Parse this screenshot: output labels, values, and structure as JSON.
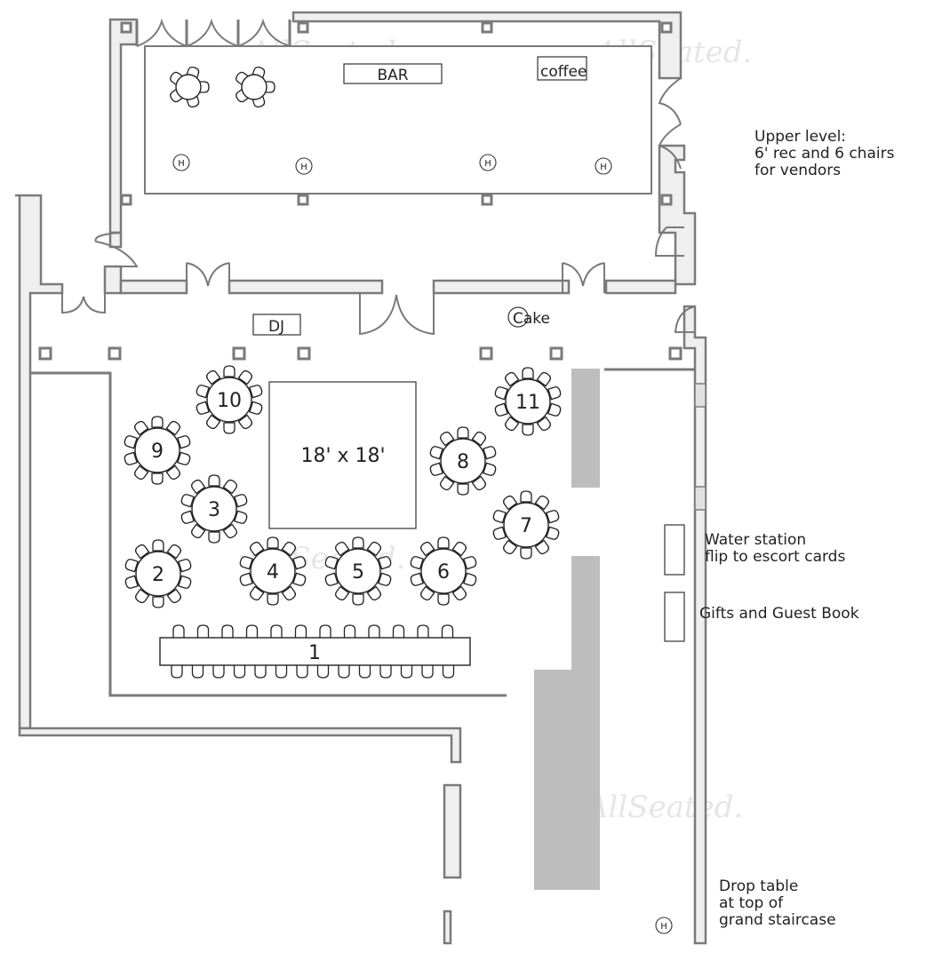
{
  "title": "Event floor plan",
  "watermark": "AllSeated.",
  "upper_room": {
    "bar_label": "BAR",
    "coffee_label": "coffee",
    "heater_symbol": "H",
    "cocktail_tables": 2
  },
  "main_room": {
    "dj_label": "DJ",
    "cake_label": "Cake",
    "dance_floor_label": "18' x 18'",
    "round_tables": [
      {
        "number": "2",
        "seats": 10
      },
      {
        "number": "3",
        "seats": 10
      },
      {
        "number": "4",
        "seats": 10
      },
      {
        "number": "5",
        "seats": 10
      },
      {
        "number": "6",
        "seats": 10
      },
      {
        "number": "7",
        "seats": 10
      },
      {
        "number": "8",
        "seats": 10
      },
      {
        "number": "9",
        "seats": 10
      },
      {
        "number": "10",
        "seats": 10
      },
      {
        "number": "11",
        "seats": 10
      }
    ],
    "head_table": {
      "number": "1",
      "seats_front": 14,
      "seats_back": 12
    }
  },
  "notes": {
    "upper_level": "Upper level:\n6' rec and 6 chairs\nfor vendors",
    "water_station": "Water station\nflip to escort cards",
    "gifts": "Gifts and Guest Book",
    "drop_table": "Drop table\nat top of\ngrand staircase"
  }
}
